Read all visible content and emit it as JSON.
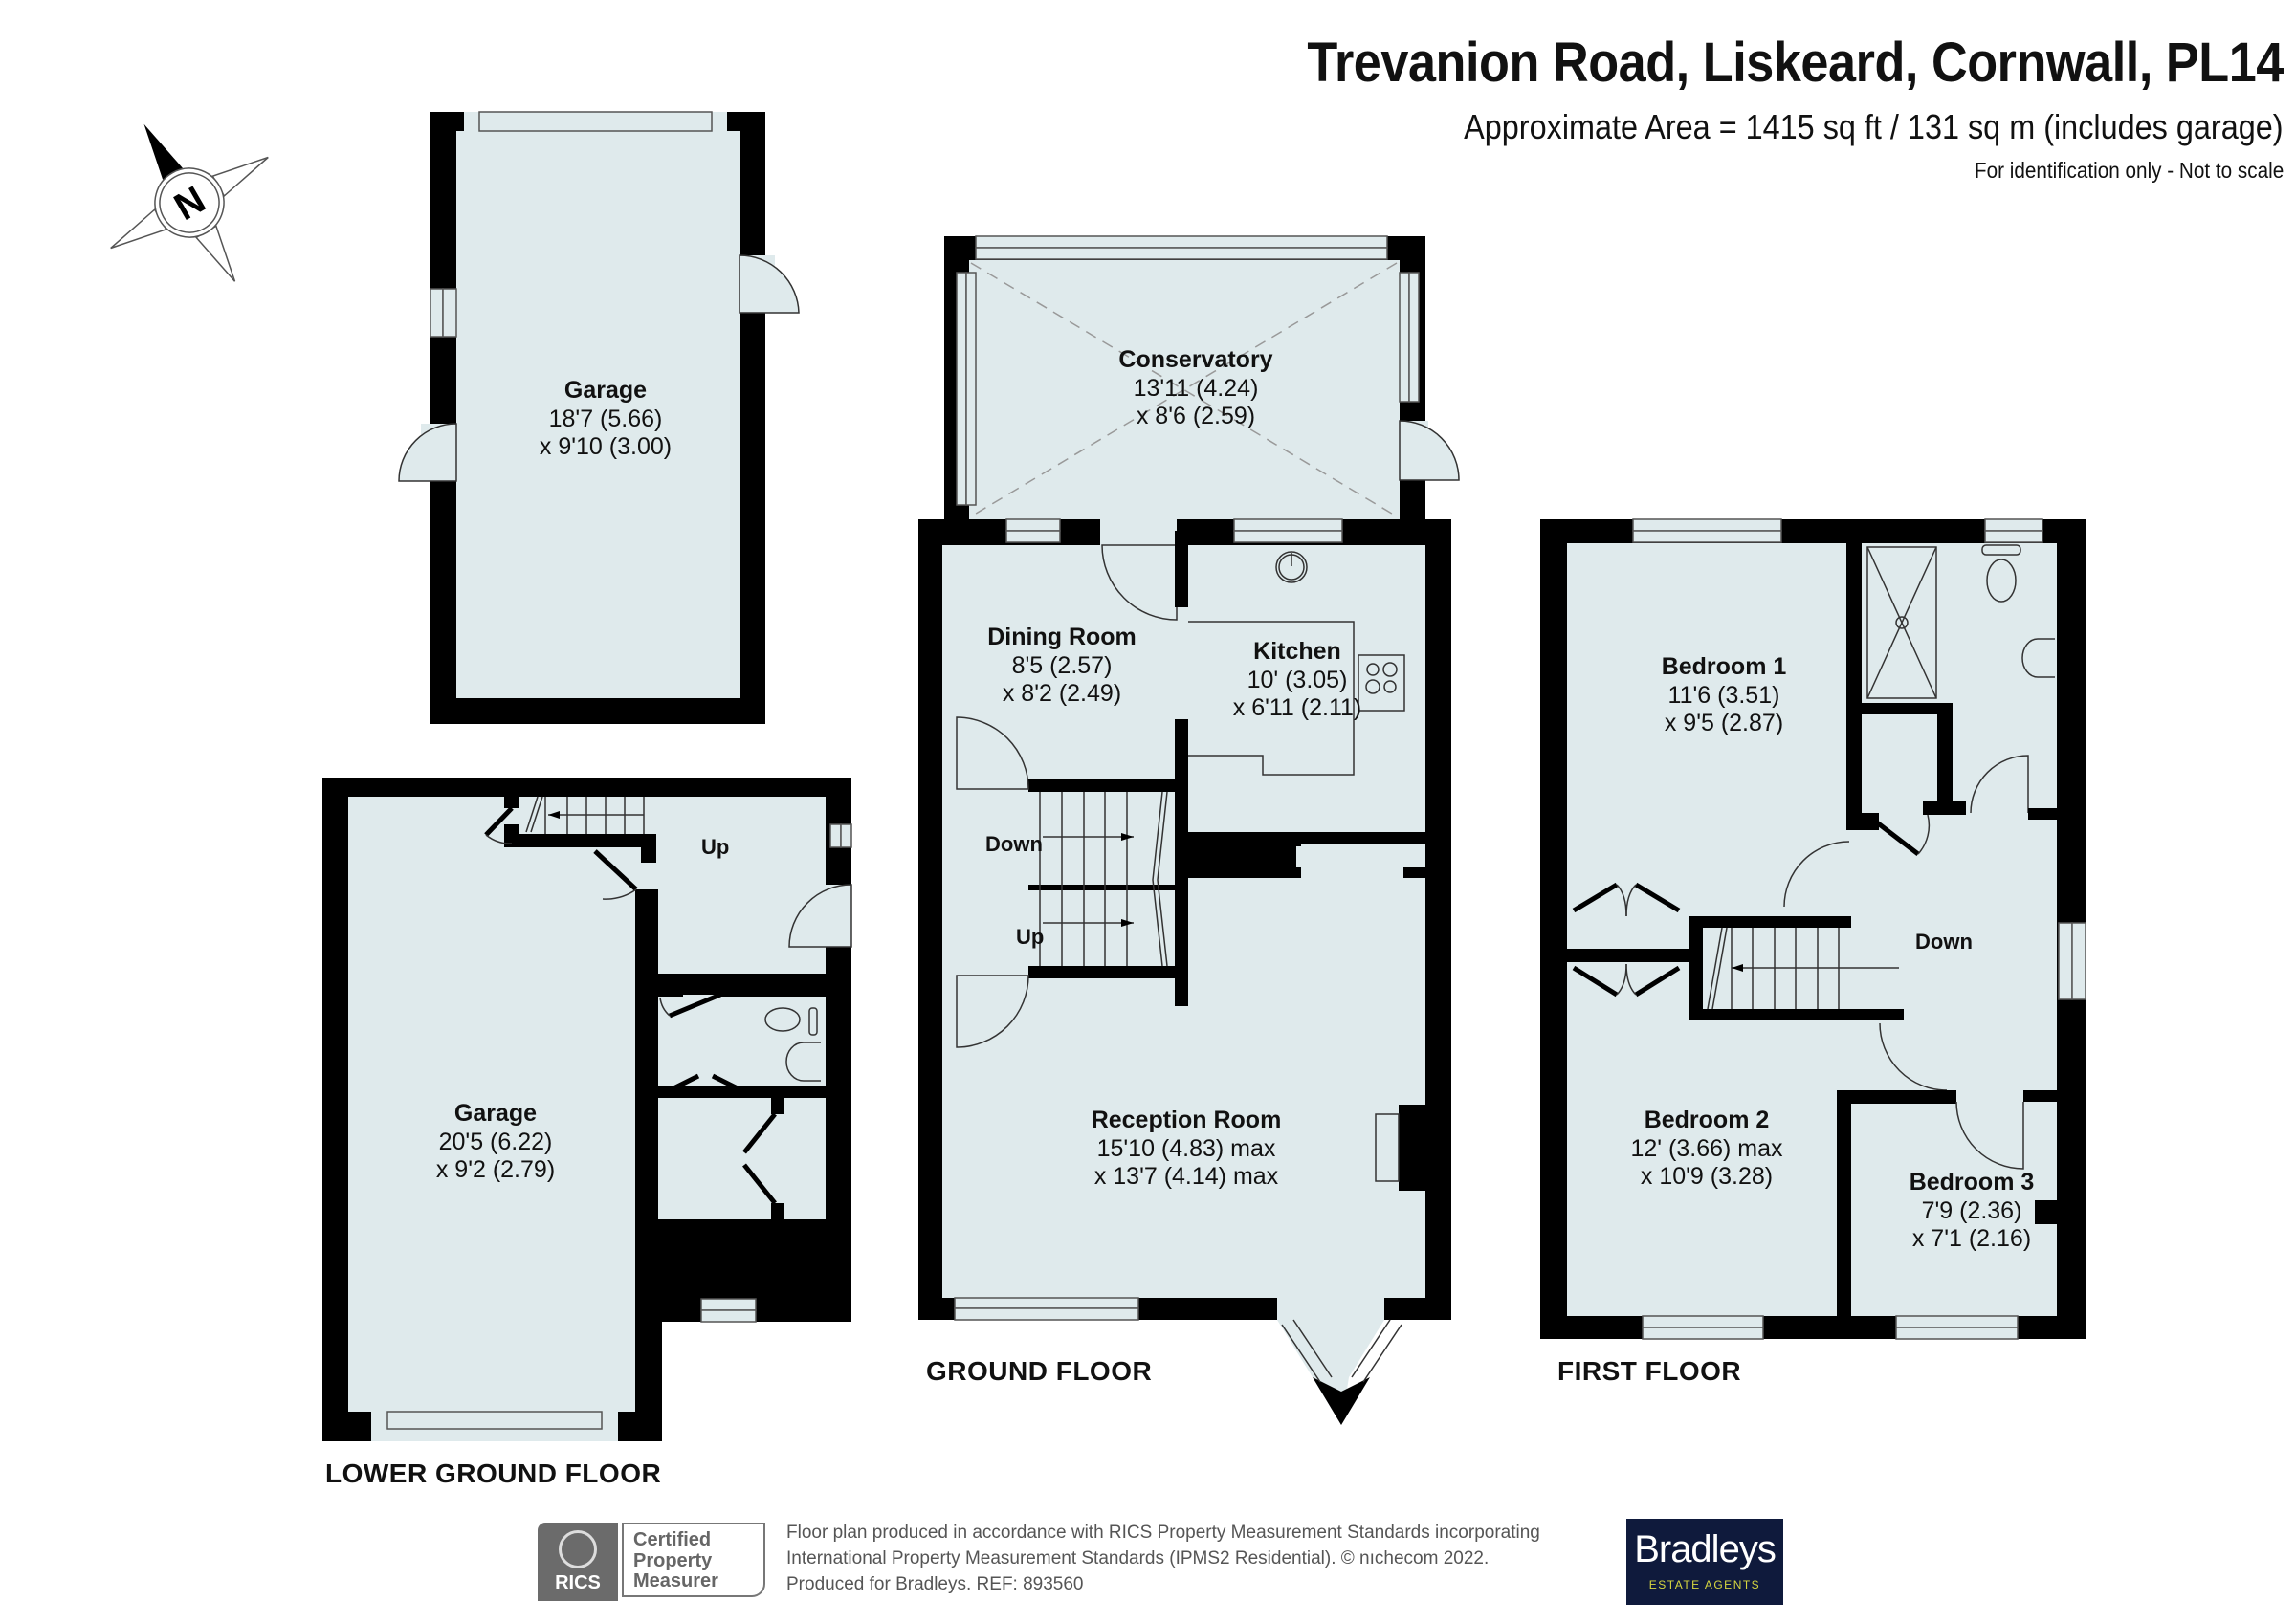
{
  "header": {
    "title": "Trevanion Road, Liskeard, Cornwall, PL14",
    "area": "Approximate Area = 1415 sq ft / 131 sq m (includes garage)",
    "disclaimer": "For identification only - Not to scale"
  },
  "compass": {
    "label": "N",
    "icon": "compass-north-icon"
  },
  "colors": {
    "room_fill": "#dfeaec",
    "wall": "#000000",
    "window": "#dfeaec",
    "footer_text": "#555555",
    "brand_bg": "#0f1a3c",
    "brand_accent": "#d6d640",
    "rics_gray": "#6b6b6b"
  },
  "floors": {
    "detached_garage": {
      "rooms": [
        {
          "name": "Garage",
          "dim1": "18'7 (5.66)",
          "dim2": "x 9'10 (3.00)"
        }
      ]
    },
    "lower_ground": {
      "label": "LOWER GROUND FLOOR",
      "stairs": "Up",
      "rooms": [
        {
          "name": "Garage",
          "dim1": "20'5 (6.22)",
          "dim2": "x 9'2 (2.79)"
        }
      ]
    },
    "ground": {
      "label": "GROUND FLOOR",
      "stairs_down": "Down",
      "stairs_up": "Up",
      "rooms": [
        {
          "name": "Conservatory",
          "dim1": "13'11 (4.24)",
          "dim2": "x 8'6 (2.59)"
        },
        {
          "name": "Dining Room",
          "dim1": "8'5 (2.57)",
          "dim2": "x 8'2 (2.49)"
        },
        {
          "name": "Kitchen",
          "dim1": "10' (3.05)",
          "dim2": "x 6'11 (2.11)"
        },
        {
          "name": "Reception Room",
          "dim1": "15'10 (4.83) max",
          "dim2": "x 13'7 (4.14) max"
        }
      ]
    },
    "first": {
      "label": "FIRST FLOOR",
      "stairs": "Down",
      "rooms": [
        {
          "name": "Bedroom 1",
          "dim1": "11'6 (3.51)",
          "dim2": "x 9'5 (2.87)"
        },
        {
          "name": "Bedroom 2",
          "dim1": "12' (3.66) max",
          "dim2": "x 10'9 (3.28)"
        },
        {
          "name": "Bedroom 3",
          "dim1": "7'9 (2.36)",
          "dim2": "x 7'1 (2.16)"
        }
      ]
    }
  },
  "footer": {
    "line1": "Floor plan produced in accordance with RICS Property Measurement Standards incorporating",
    "line2": "International Property Measurement Standards (IPMS2 Residential).   © nıchecom 2022.",
    "line3": "Produced for Bradleys.   REF:  893560",
    "rics_word": "RICS",
    "rics_badge": [
      "Certified",
      "Property",
      "Measurer"
    ],
    "brand_name": "Bradleys",
    "brand_sub": "ESTATE AGENTS"
  }
}
